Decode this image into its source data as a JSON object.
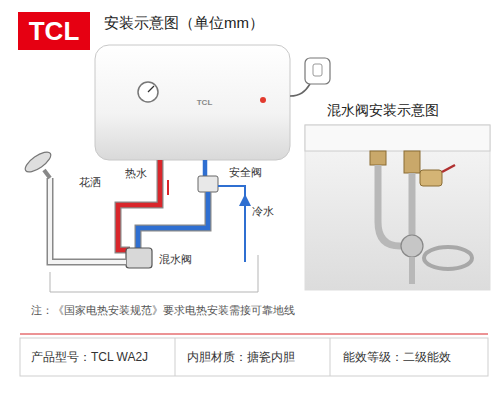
{
  "diagram": {
    "title": "安装示意图（单位mm）",
    "nodes": [
      {
        "text": [
          "TCL"
        ]
      },
      {
        "text": [
          "TCL"
        ]
      },
      {
        "text": [
          "混水阀安装示意图"
        ]
      }
    ],
    "labels": [
      "花洒",
      "热水",
      "安全阀",
      "冷水",
      "混水阀",
      "注：《国家电热安装规范》要求电热安装需接可靠地线",
      "产品型号：TCL WA2J",
      "内胆材质：搪瓷内胆",
      "能效等级：二级能效"
    ]
  }
}
